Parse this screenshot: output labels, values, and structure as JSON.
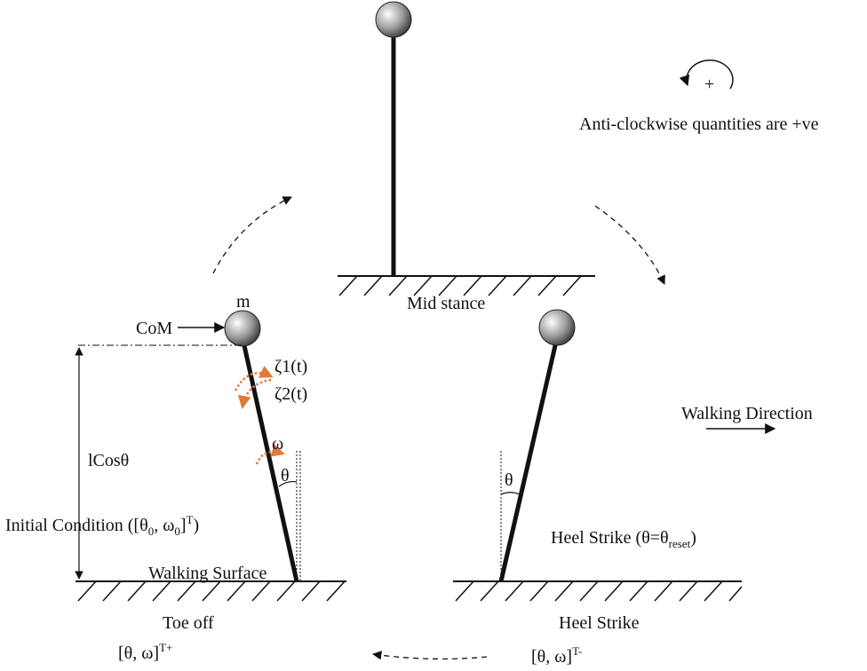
{
  "legend": {
    "sign_symbol": "+",
    "sign_text": "Anti-clockwise quantities are +ve"
  },
  "stages": {
    "mid_stance": "Mid stance",
    "toe_off": "Toe off",
    "heel_strike": "Heel Strike"
  },
  "labels": {
    "mass": "m",
    "com": "CoM",
    "zeta1": "ζ1(t)",
    "zeta2": "ζ2(t)",
    "omega": "ω",
    "theta_left": "θ",
    "theta_right": "θ",
    "height": "lCosθ",
    "walking_surface": "Walking Surface",
    "walking_direction": "Walking Direction",
    "initial_condition": {
      "prefix": "Initial Condition ([θ",
      "sub0": "0",
      "mid": ", ω",
      "sub1": "0",
      "close": "]",
      "sup": "T",
      "end": ")"
    },
    "heel_strike_condition": {
      "prefix": "Heel Strike (θ=θ",
      "sub": "reset",
      "end": ")"
    },
    "state_plus": {
      "base": "[θ, ω]",
      "sup": "T+"
    },
    "state_minus": {
      "base": "[θ, ω]",
      "sup": "T-"
    }
  },
  "colors": {
    "ink": "#111111",
    "perturbation_arrow": "#e07b39"
  }
}
